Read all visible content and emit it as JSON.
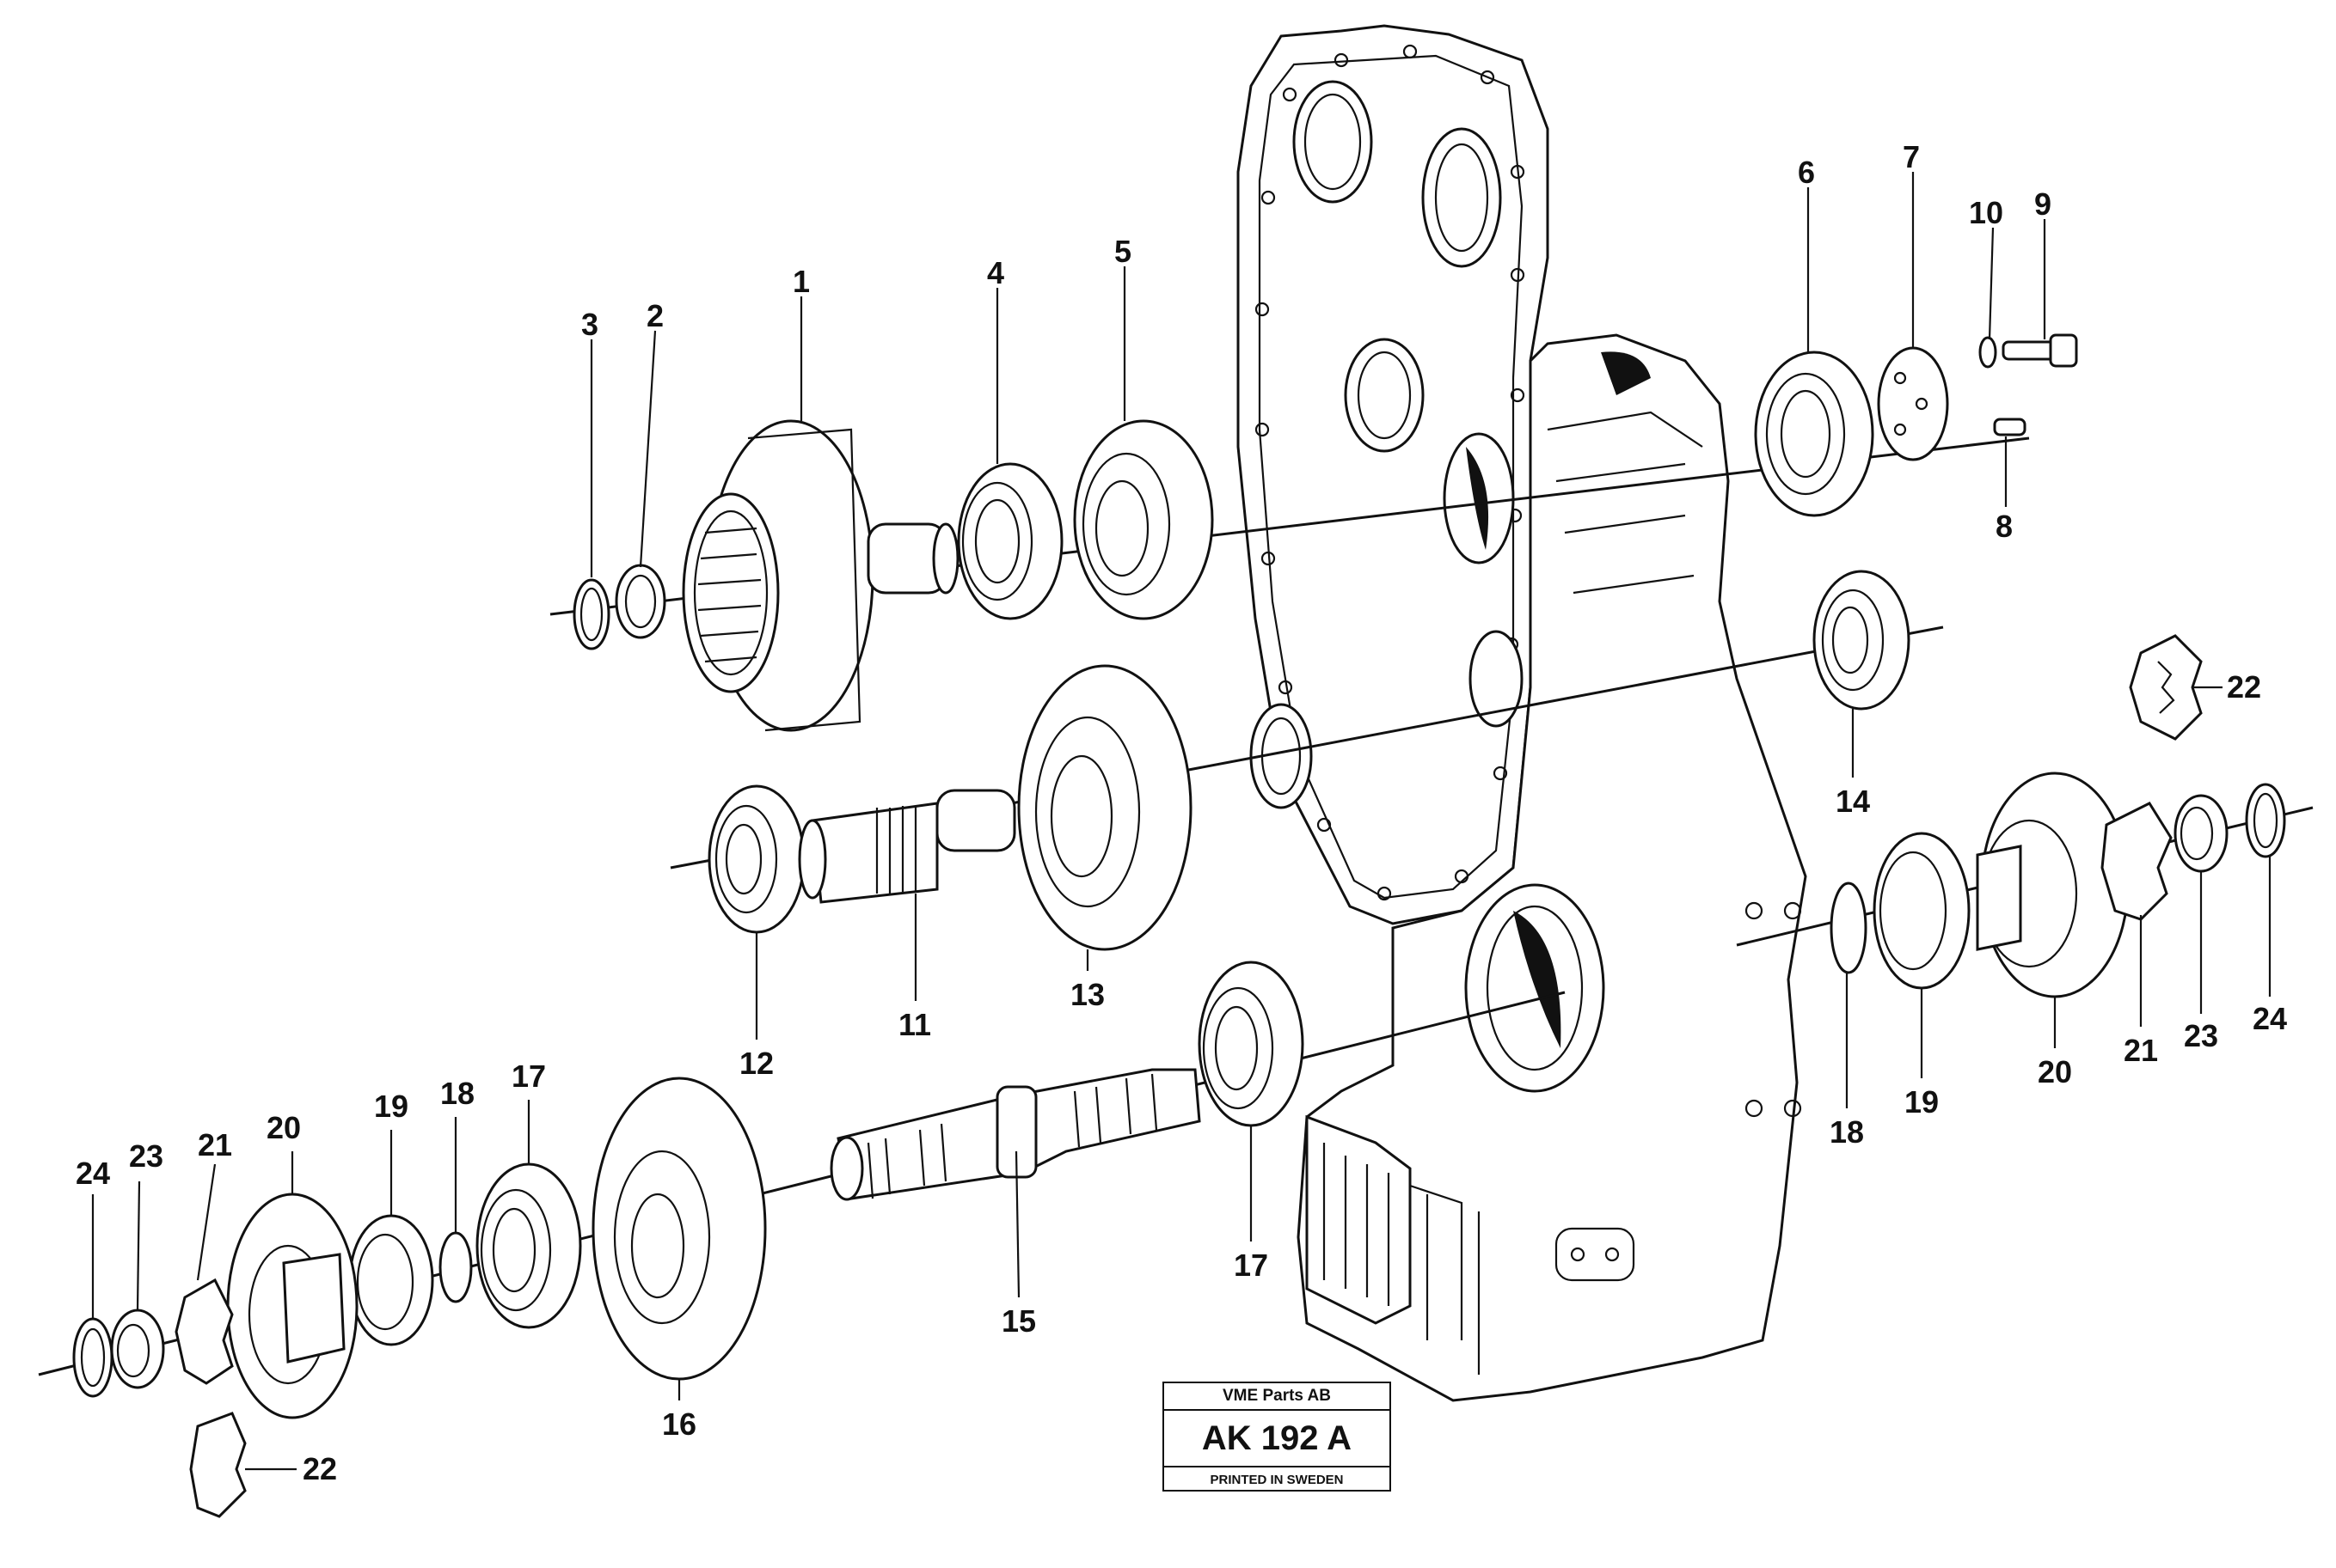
{
  "diagram": {
    "stamp": {
      "company": "VME Parts AB",
      "code": "AK 192 A",
      "printed": "PRINTED IN SWEDEN"
    },
    "callouts": [
      "3",
      "2",
      "1",
      "4",
      "5",
      "6",
      "7",
      "10",
      "9",
      "8",
      "22",
      "14",
      "11",
      "12",
      "13",
      "24",
      "23",
      "21",
      "20",
      "19",
      "18",
      "17",
      "16",
      "15",
      "17",
      "18",
      "19",
      "20",
      "21",
      "23",
      "24",
      "22"
    ]
  }
}
